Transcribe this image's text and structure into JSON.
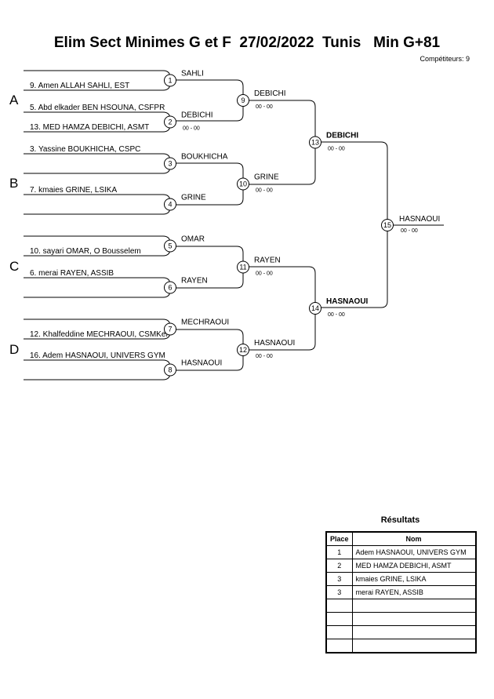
{
  "header": {
    "title": "Elim Sect Minimes G et F  27/02/2022  Tunis   Min G+81",
    "competitors": "Compétiteurs: 9"
  },
  "pools": [
    "A",
    "B",
    "C",
    "D"
  ],
  "first_round": [
    {
      "match": "1",
      "top": "",
      "bottom": "9. Amen ALLAH SAHLI, EST",
      "winner": "SAHLI"
    },
    {
      "match": "2",
      "top": "5. Abd elkader BEN HSOUNA, CSFPR",
      "bottom": "13. MED HAMZA DEBICHI, ASMT",
      "winner": "DEBICHI",
      "score": "00 - 00"
    },
    {
      "match": "3",
      "top": "3. Yassine BOUKHICHA, CSPC",
      "bottom": "",
      "winner": "BOUKHICHA"
    },
    {
      "match": "4",
      "top": "7. kmaies GRINE, LSIKA",
      "bottom": "",
      "winner": "GRINE"
    },
    {
      "match": "5",
      "top": "",
      "bottom": "10. sayari OMAR, O Bousselem",
      "winner": "OMAR"
    },
    {
      "match": "6",
      "top": "6. merai RAYEN, ASSIB",
      "bottom": "",
      "winner": "RAYEN"
    },
    {
      "match": "7",
      "top": "",
      "bottom": "12. Khalfeddine MECHRAOUI, CSMKef",
      "winner": "MECHRAOUI"
    },
    {
      "match": "8",
      "top": "16. Adem HASNAOUI, UNIVERS GYM",
      "bottom": "",
      "winner": "HASNAOUI"
    }
  ],
  "second_round": [
    {
      "match": "9",
      "winner": "DEBICHI",
      "score": "00 - 00"
    },
    {
      "match": "10",
      "winner": "GRINE",
      "score": "00 - 00"
    },
    {
      "match": "11",
      "winner": "RAYEN",
      "score": "00 - 00"
    },
    {
      "match": "12",
      "winner": "HASNAOUI",
      "score": "00 - 00"
    }
  ],
  "semi_finals": [
    {
      "match": "13",
      "winner": "DEBICHI",
      "score": "00 - 00"
    },
    {
      "match": "14",
      "winner": "HASNAOUI",
      "score": "00 - 00"
    }
  ],
  "final": {
    "match": "15",
    "winner": "HASNAOUI",
    "score": "00 - 00"
  },
  "results": {
    "title": "Résultats",
    "headers": {
      "place": "Place",
      "nom": "Nom"
    },
    "rows": [
      {
        "place": "1",
        "nom": "Adem HASNAOUI, UNIVERS GYM"
      },
      {
        "place": "2",
        "nom": "MED HAMZA DEBICHI, ASMT"
      },
      {
        "place": "3",
        "nom": "kmaies GRINE, LSIKA"
      },
      {
        "place": "3",
        "nom": "merai RAYEN, ASSIB"
      },
      {
        "place": "",
        "nom": ""
      },
      {
        "place": "",
        "nom": ""
      },
      {
        "place": "",
        "nom": ""
      },
      {
        "place": "",
        "nom": ""
      }
    ]
  }
}
